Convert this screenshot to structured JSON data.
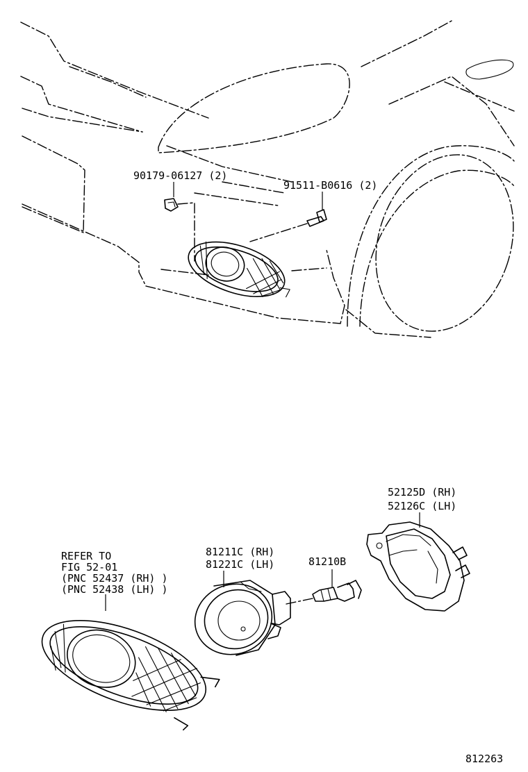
{
  "labels": {
    "clip_part": "90179-06127 (2)",
    "bolt_part": "91511-B0616 (2)",
    "bracket_rh": "52125D (RH)",
    "bracket_lh": "52126C (LH)",
    "refer_line1": "REFER TO",
    "refer_line2": "FIG 52-01",
    "refer_line3": "(PNC 52437 (RH) )",
    "refer_line4": "(PNC 52438 (LH) )",
    "lamp_rh": "81211C (RH)",
    "lamp_lh": "81221C (LH)",
    "bulb_part": "81210B",
    "diagram_number": "812263"
  }
}
